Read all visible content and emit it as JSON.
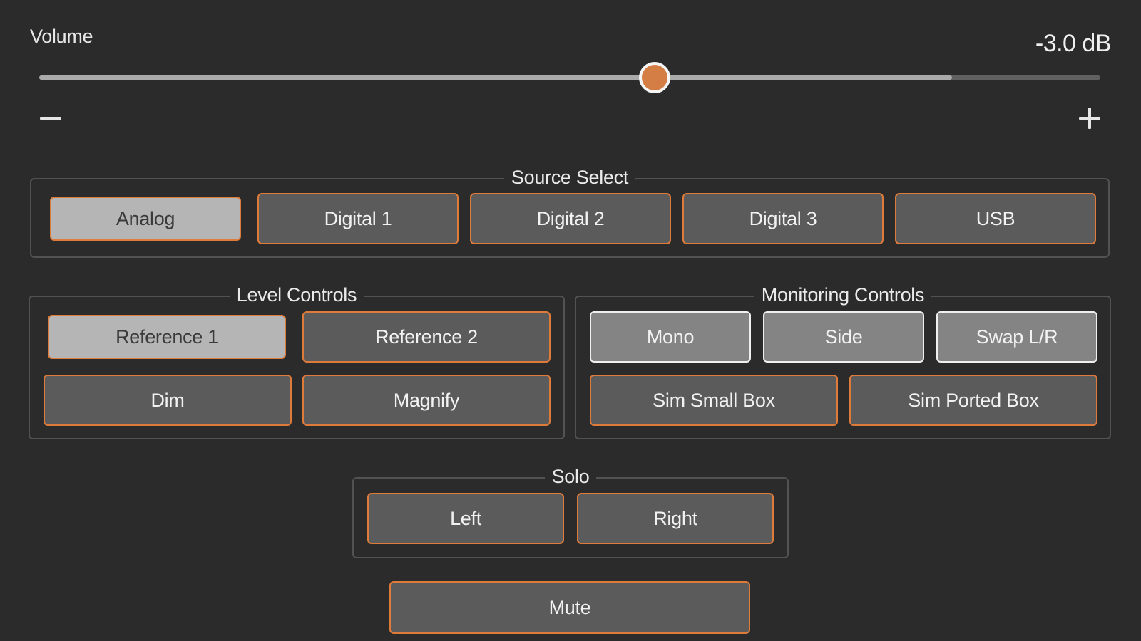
{
  "volume": {
    "label": "Volume",
    "value_text": "-3.0 dB",
    "slider_fraction": 0.58,
    "fill_fraction": 0.86,
    "minus_symbol": "−",
    "plus_symbol": "+"
  },
  "source_select": {
    "title": "Source Select",
    "buttons": [
      {
        "label": "Analog",
        "active": true
      },
      {
        "label": "Digital 1",
        "active": false
      },
      {
        "label": "Digital 2",
        "active": false
      },
      {
        "label": "Digital 3",
        "active": false
      },
      {
        "label": "USB",
        "active": false
      }
    ]
  },
  "level_controls": {
    "title": "Level Controls",
    "buttons": [
      {
        "label": "Reference 1",
        "active": true
      },
      {
        "label": "Reference 2",
        "active": false
      },
      {
        "label": "Dim",
        "active": false
      },
      {
        "label": "Magnify",
        "active": false
      }
    ]
  },
  "monitoring_controls": {
    "title": "Monitoring Controls",
    "buttons": [
      {
        "label": "Mono",
        "active": false
      },
      {
        "label": "Side",
        "active": false
      },
      {
        "label": "Swap L/R",
        "active": false
      },
      {
        "label": "Sim Small Box",
        "active": false
      },
      {
        "label": "Sim Ported Box",
        "active": false
      }
    ]
  },
  "solo": {
    "title": "Solo",
    "buttons": [
      {
        "label": "Left",
        "active": false
      },
      {
        "label": "Right",
        "active": false
      }
    ]
  },
  "mute": {
    "label": "Mute"
  },
  "colors": {
    "background": "#2b2b2b",
    "accent": "#de7b3a",
    "thumb": "#d47d45",
    "button": "#5b5b5b",
    "button_active": "#b5b5b5"
  }
}
